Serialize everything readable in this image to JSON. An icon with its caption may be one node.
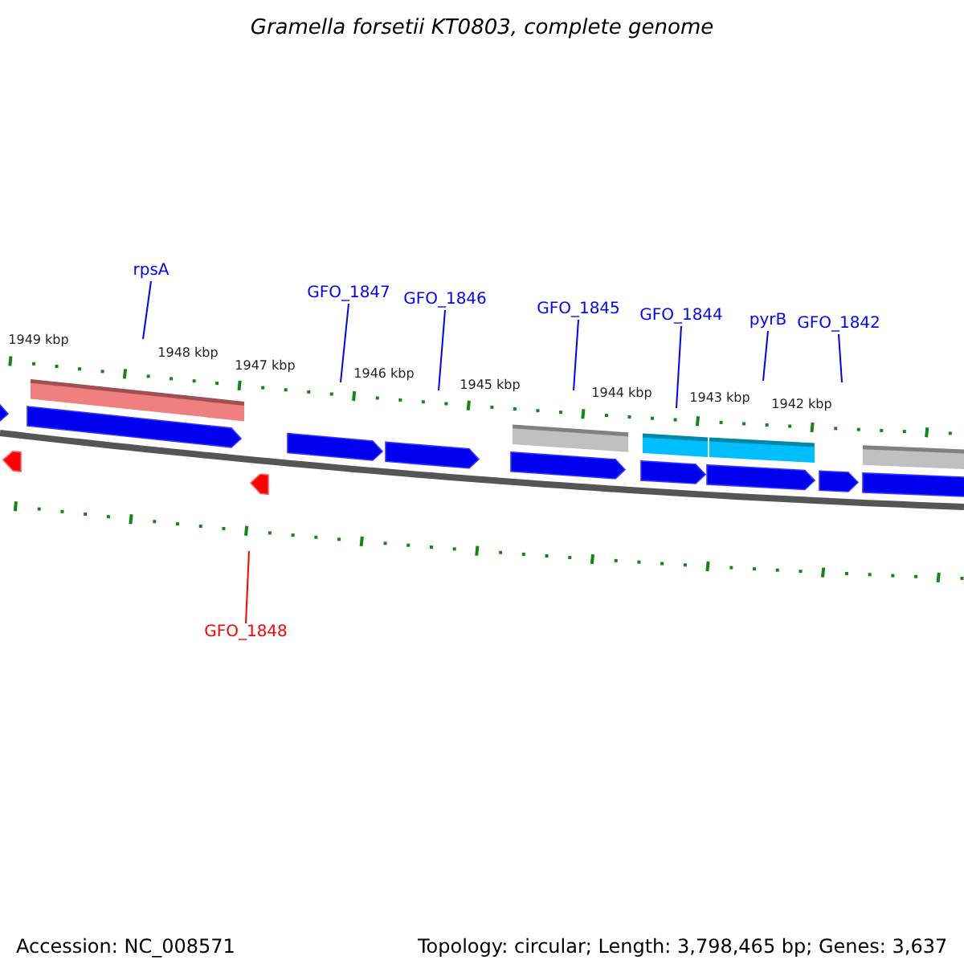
{
  "diagram": {
    "title": "Gramella forsetii KT0803, complete genome",
    "nodes": [
      {
        "text": [
          "rpsA"
        ]
      },
      {
        "text": [
          "GFO_1847"
        ]
      },
      {
        "text": [
          "GFO_1846"
        ]
      },
      {
        "text": [
          "GFO_1845"
        ]
      },
      {
        "text": [
          "GFO_1844"
        ]
      },
      {
        "text": [
          "pyrB"
        ]
      },
      {
        "text": [
          "GFO_1842"
        ]
      },
      {
        "text": [
          "GFO_1848"
        ]
      }
    ],
    "edges": [
      {
        "from": 0,
        "to": null,
        "arrow": "none"
      },
      {
        "from": 1,
        "to": null,
        "arrow": "none"
      },
      {
        "from": 2,
        "to": null,
        "arrow": "none"
      },
      {
        "from": 3,
        "to": null,
        "arrow": "none"
      },
      {
        "from": 4,
        "to": null,
        "arrow": "none"
      },
      {
        "from": 5,
        "to": null,
        "arrow": "none"
      },
      {
        "from": 6,
        "to": null,
        "arrow": "none"
      },
      {
        "from": 7,
        "to": null,
        "arrow": "none",
        "color": "#ff0000"
      }
    ],
    "labels": [
      "1949 kbp",
      "1948 kbp",
      "1947 kbp",
      "1946 kbp",
      "1945 kbp",
      "1944 kbp",
      "1943 kbp",
      "1942 kbp",
      "Accession: NC_008571",
      "Topology: circular; Length: 3,798,465 bp; Genes: 3,637"
    ]
  }
}
